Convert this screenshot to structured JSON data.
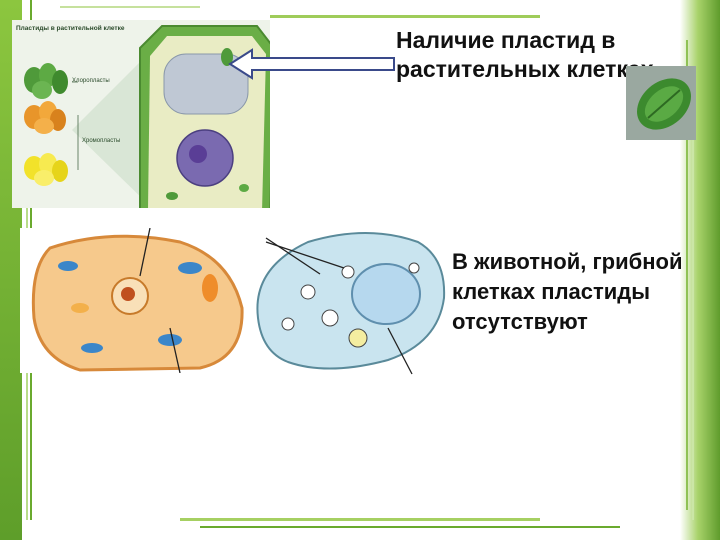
{
  "slide": {
    "title": "Наличие пластид в растительных клетках",
    "body": "В животной, грибной клетках пластиды отсутствуют"
  },
  "plant_diagram": {
    "heading": "Пластиды в растительной клетке",
    "label_1": "Хлоропласты",
    "label_2": "Хромопласты"
  },
  "colors": {
    "accent_green": "#6aaa2e",
    "plastid_green": "#4f9a3a",
    "plastid_orange": "#e8952a",
    "plastid_yellow": "#f2e22a",
    "animal_cell": "#f6c98c",
    "fungal_cell": "#c9e4ef"
  }
}
